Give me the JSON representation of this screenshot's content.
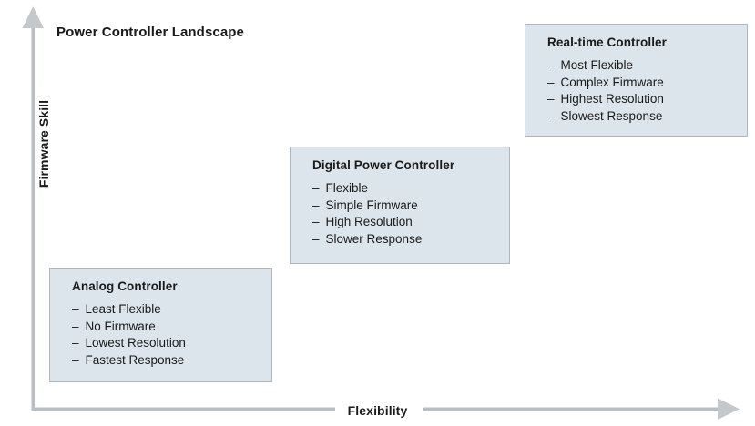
{
  "chart_data": {
    "type": "scatter",
    "title": "Power Controller Landscape",
    "xlabel": "Flexibility",
    "ylabel": "Firmware Skill",
    "grid": false,
    "legend": "none",
    "annotations": [
      {
        "name": "Analog Controller",
        "x": "low",
        "y": "low",
        "attributes": [
          "Least Flexible",
          "No Firmware",
          "Lowest Resolution",
          "Fastest Response"
        ]
      },
      {
        "name": "Digital Power Controller",
        "x": "medium",
        "y": "medium",
        "attributes": [
          "Flexible",
          "Simple Firmware",
          "High Resolution",
          "Slower Response"
        ]
      },
      {
        "name": "Real-time Controller",
        "x": "high",
        "y": "high",
        "attributes": [
          "Most Flexible",
          "Complex Firmware",
          "Highest Resolution",
          "Slowest Response"
        ]
      }
    ]
  },
  "diagram": {
    "title": "Power Controller Landscape",
    "bullet_dash": "–",
    "axes": {
      "y_label": "Firmware Skill",
      "x_label": "Flexibility",
      "axis_color": "#b8bfc4"
    },
    "boxes": {
      "analog": {
        "title": "Analog Controller",
        "items": [
          "Least Flexible",
          "No Firmware",
          "Lowest Resolution",
          "Fastest Response"
        ]
      },
      "digital": {
        "title": "Digital Power Controller",
        "items": [
          "Flexible",
          "Simple Firmware",
          "High Resolution",
          "Slower Response"
        ]
      },
      "realtime": {
        "title": "Real-time Controller",
        "items": [
          "Most Flexible",
          "Complex Firmware",
          "Highest Resolution",
          "Slowest Response"
        ]
      }
    },
    "colors": {
      "box_fill": "#dce5eb",
      "box_border": "#b0b7bc",
      "text": "#1a1a1a"
    }
  }
}
